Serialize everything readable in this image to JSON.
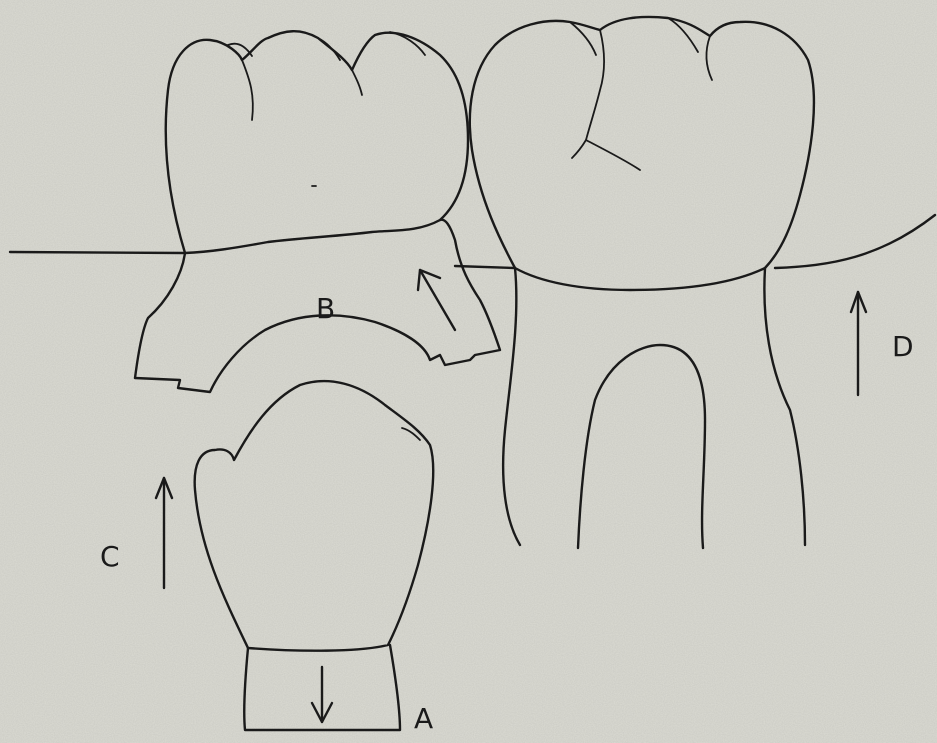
{
  "diagram": {
    "labels": {
      "a": "A",
      "b": "B",
      "c": "C",
      "d": "D"
    },
    "colors": {
      "background": "#dcdcd4",
      "ink": "#1a1a1a"
    }
  }
}
